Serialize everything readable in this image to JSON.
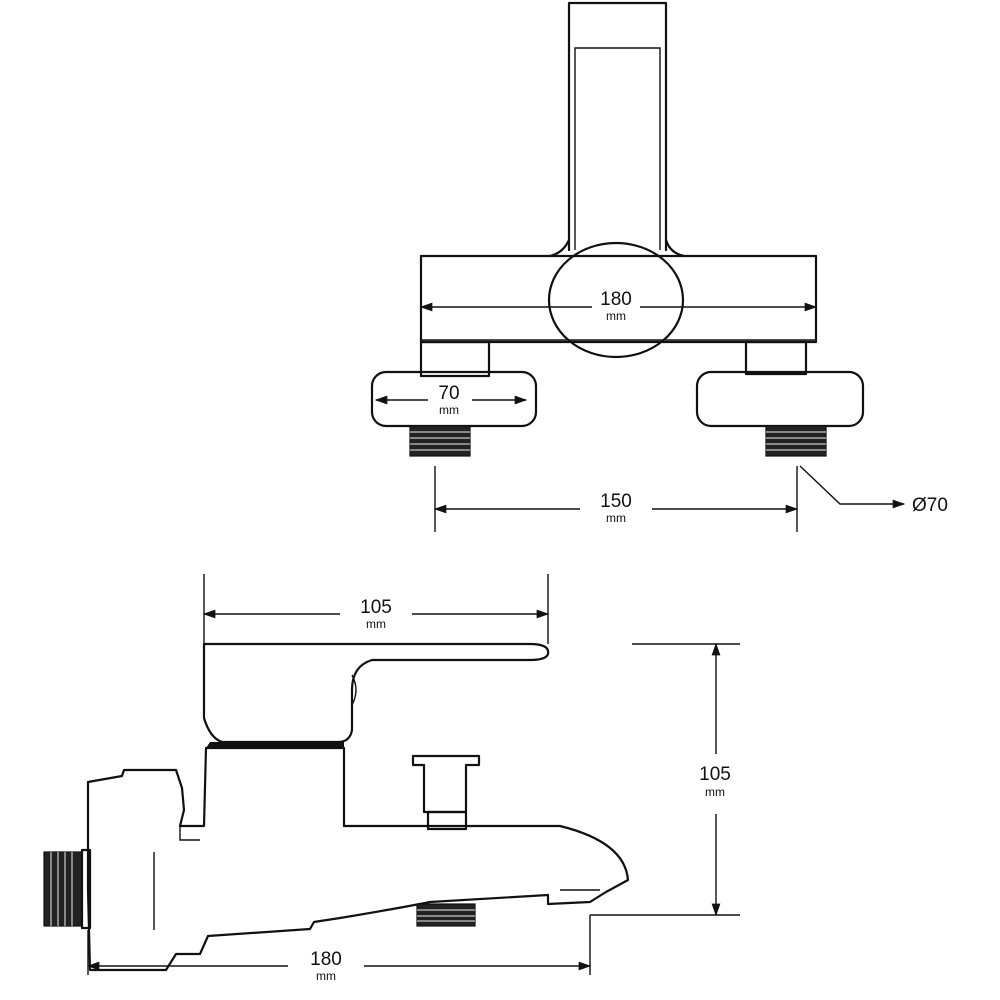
{
  "unit_label": "mm",
  "front_view": {
    "body_width": "180",
    "eccentric_width": "70",
    "inlet_spacing": "150",
    "flange_diameter": "Ø70"
  },
  "side_view": {
    "lever_length": "105",
    "height": "105",
    "overall_length": "180"
  }
}
